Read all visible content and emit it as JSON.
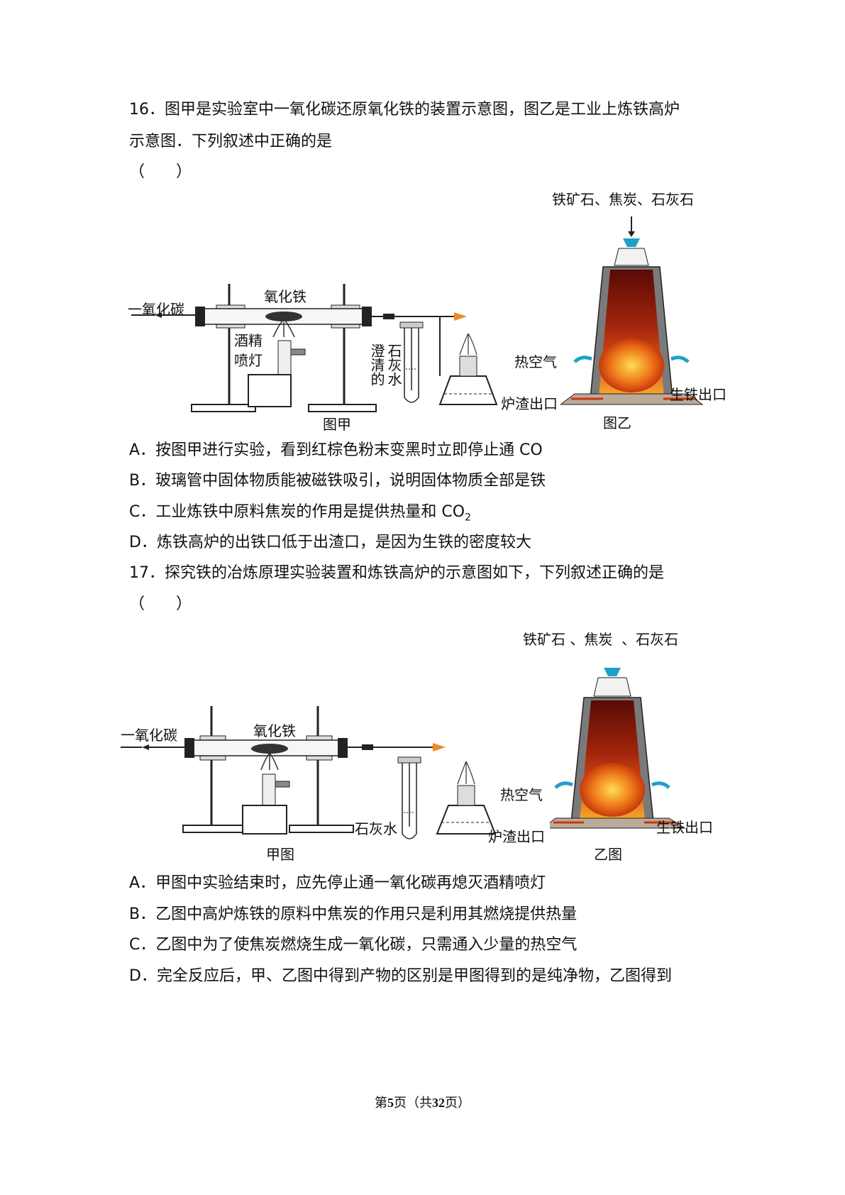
{
  "q16": {
    "stem_line1": "16．图甲是实验室中一氧化碳还原氧化铁的装置示意图，图乙是工业上炼铁高炉",
    "stem_line2": "示意图．下列叙述中正确的是",
    "bracket": "（　　）",
    "figure": {
      "lab": {
        "co_label": "一氧化碳",
        "fe2o3_label": "氧化铁",
        "lamp_label_1": "酒精",
        "lamp_label_2": "喷灯",
        "limewater_col1": "澄清的",
        "limewater_col2": "石灰水",
        "caption": "图甲"
      },
      "furnace": {
        "top_label": "铁矿石、焦炭、石灰石",
        "air_label": "热空气",
        "slag_label": "炉渣出口",
        "iron_label": "生铁出口",
        "caption": "图乙"
      }
    },
    "options": [
      {
        "letter": "A．",
        "text": "按图甲进行实验，看到红棕色粉末变黑时立即停止通 CO"
      },
      {
        "letter": "B．",
        "text": "玻璃管中固体物质能被磁铁吸引，说明固体物质全部是铁"
      },
      {
        "letter": "C．",
        "text": "工业炼铁中原料焦炭的作用是提供热量和 CO",
        "sub": "2"
      },
      {
        "letter": "D．",
        "text": "炼铁高炉的出铁口低于出渣口，是因为生铁的密度较大"
      }
    ]
  },
  "q17": {
    "stem_line1": "17．探究铁的冶炼原理实验装置和炼铁高炉的示意图如下，下列叙述正确的是",
    "bracket": "（　　）",
    "figure": {
      "lab": {
        "co_label": "一氧化碳",
        "fe2o3_label": "氧化铁",
        "limewater_label": "石灰水",
        "caption": "甲图"
      },
      "furnace": {
        "top_label": "铁矿石 、焦炭  、石灰石",
        "air_label": "热空气",
        "slag_label": "炉渣出口",
        "iron_label": "生铁出口",
        "caption": "乙图"
      }
    },
    "options": [
      {
        "letter": "A．",
        "text": "甲图中实验结束时，应先停止通一氧化碳再熄灭酒精喷灯"
      },
      {
        "letter": "B．",
        "text": "乙图中高炉炼铁的原料中焦炭的作用只是利用其燃烧提供热量"
      },
      {
        "letter": "C．",
        "text": "乙图中为了使焦炭燃烧生成一氧化碳，只需通入少量的热空气"
      },
      {
        "letter": "D．",
        "text": "完全反应后，甲、乙图中得到产物的区别是甲图得到的是纯净物，乙图得到"
      }
    ]
  },
  "footer": {
    "pre": "第",
    "page": "5",
    "mid": "页（共",
    "total": "32",
    "post": "页）"
  }
}
